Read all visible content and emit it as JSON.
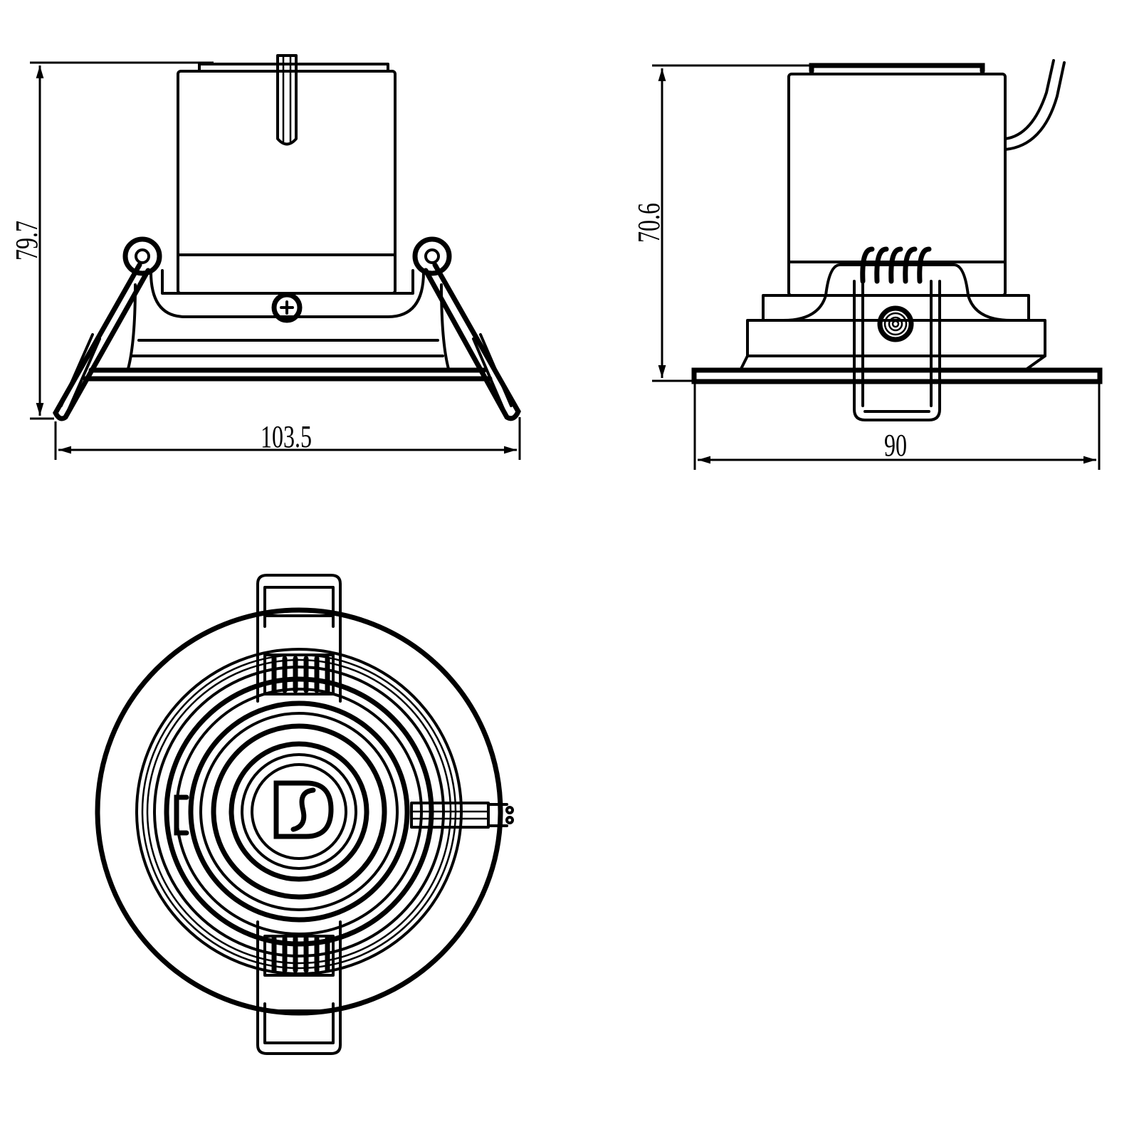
{
  "drawing": {
    "front_view": {
      "height_label": "79.7",
      "width_label": "103.5"
    },
    "side_view": {
      "height_label": "70.6",
      "width_label": "90"
    },
    "bottom_view": {
      "logo_text": "DS"
    },
    "line_color": "#000000",
    "background": "#ffffff"
  }
}
